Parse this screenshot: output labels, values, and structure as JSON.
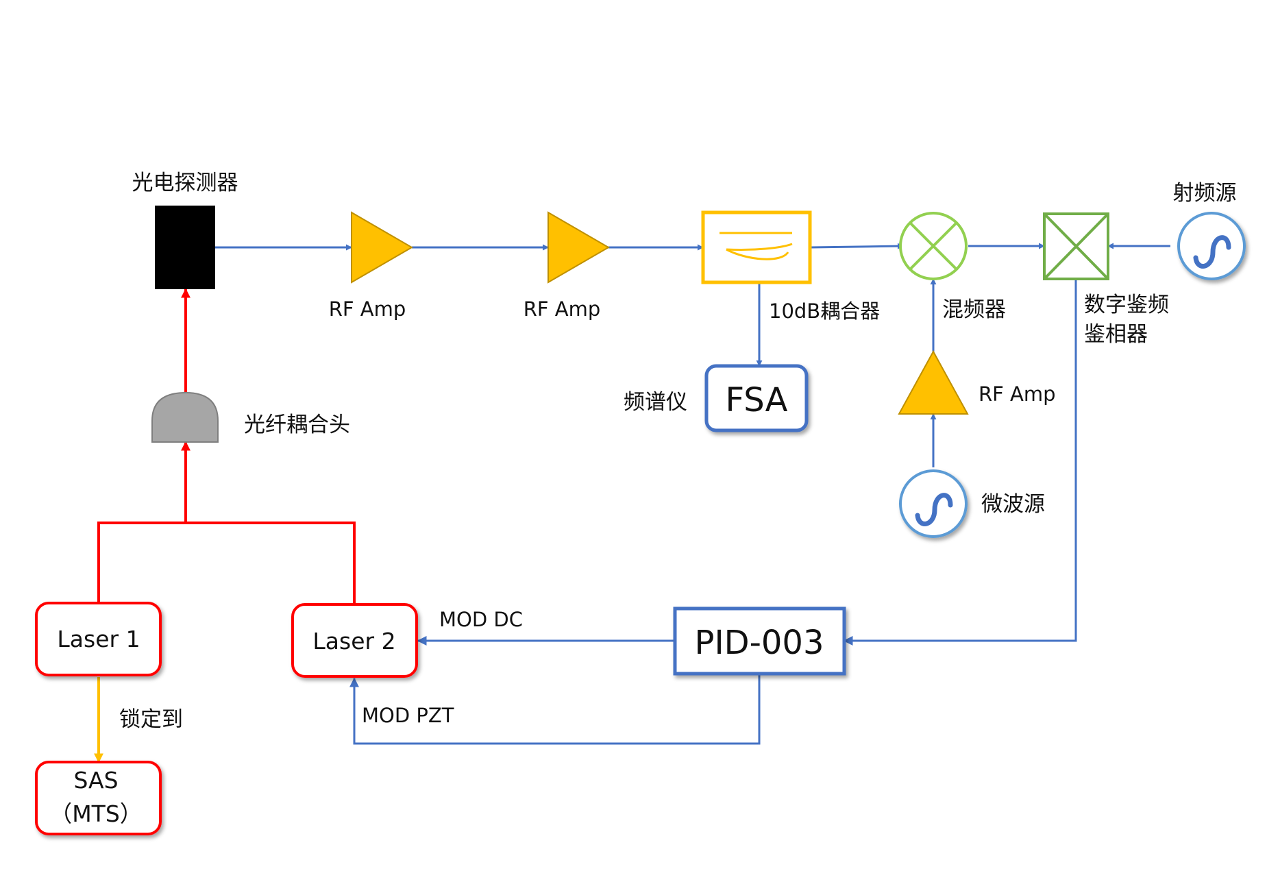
{
  "labels": {
    "photodetector": "光电探测器",
    "rf_amp_1": "RF Amp",
    "rf_amp_2": "RF Amp",
    "rf_amp_3": "RF Amp",
    "coupler_10db": "10dB耦合器",
    "mixer": "混频器",
    "digital_pfd_line1": "数字鉴频",
    "digital_pfd_line2": "鉴相器",
    "rf_source": "射频源",
    "spectrum_analyzer": "频谱仪",
    "fsa": "FSA",
    "fiber_coupler": "光纤耦合头",
    "microwave_source": "微波源",
    "laser_1": "Laser 1",
    "laser_2": "Laser 2",
    "lock_to": "锁定到",
    "sas_line1": "SAS",
    "sas_line2": "（MTS）",
    "pid": "PID-003",
    "mod_dc": "MOD DC",
    "mod_pzt": "MOD PZT"
  },
  "colors": {
    "optical_path": "#ff0000",
    "electrical_path": "#4472c4",
    "amplifier": "#ffc000",
    "lock_arrow": "#ffc000",
    "mixer": "#92d050",
    "phase_detector": "#70ad47",
    "source": "#5b9bd5",
    "detector": "#000000",
    "fiber_coupler": "#a6a6a6"
  },
  "icons": {
    "amplifier": "triangle-amplifier-icon",
    "coupler": "directional-coupler-icon",
    "mixer": "mixer-cross-circle-icon",
    "phase_detector": "boxed-x-icon",
    "source": "sine-source-icon",
    "fiber_coupler": "fiber-coupler-dome-icon",
    "photodetector": "black-block-icon"
  }
}
